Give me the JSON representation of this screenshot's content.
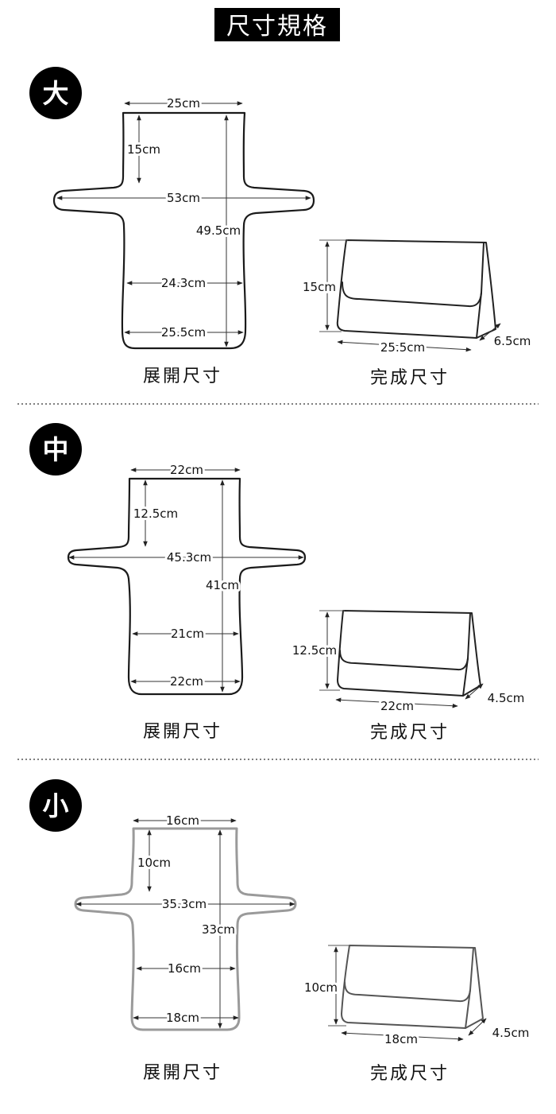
{
  "title": "尺寸規格",
  "sizes": [
    {
      "badge": "大",
      "unfolded": {
        "label": "展開尺寸",
        "top_width": "25cm",
        "neck_height": "15cm",
        "arm_span": "53cm",
        "total_length": "49.5cm",
        "body_width": "24.3cm",
        "bottom_width": "25.5cm"
      },
      "finished": {
        "label": "完成尺寸",
        "height": "15cm",
        "width": "25.5cm",
        "depth": "6.5cm"
      }
    },
    {
      "badge": "中",
      "unfolded": {
        "label": "展開尺寸",
        "top_width": "22cm",
        "neck_height": "12.5cm",
        "arm_span": "45.3cm",
        "total_length": "41cm",
        "body_width": "21cm",
        "bottom_width": "22cm"
      },
      "finished": {
        "label": "完成尺寸",
        "height": "12.5cm",
        "width": "22cm",
        "depth": "4.5cm"
      }
    },
    {
      "badge": "小",
      "unfolded": {
        "label": "展開尺寸",
        "top_width": "16cm",
        "neck_height": "10cm",
        "arm_span": "35.3cm",
        "total_length": "33cm",
        "body_width": "16cm",
        "bottom_width": "18cm"
      },
      "finished": {
        "label": "完成尺寸",
        "height": "10cm",
        "width": "18cm",
        "depth": "4.5cm"
      }
    }
  ]
}
